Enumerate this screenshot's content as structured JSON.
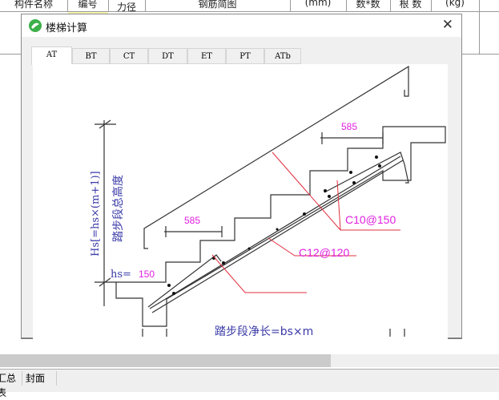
{
  "spreadsheet": {
    "headers": [
      "构件名称",
      "编号",
      "力径",
      "钢筋简图",
      "(mm)",
      "数*数",
      "根 数",
      "(kg)"
    ],
    "sheet_tabs": [
      "汇总表",
      "封面"
    ]
  },
  "dialog": {
    "title": "楼梯计算",
    "close_icon": "close-icon",
    "app_icon": "green-logo-icon",
    "tabs": [
      "AT",
      "BT",
      "CT",
      "DT",
      "ET",
      "PT",
      "ATb"
    ],
    "active_tab": "AT"
  },
  "drawing": {
    "dim_top": "585",
    "dim_left": "585",
    "hs_label": "hs=",
    "hs_value": "150",
    "total_height_formula": "Hs[=hs×(m+1)]",
    "total_height_label": "踏步段总高度",
    "rebar_1": "C10@150",
    "rebar_2": "C12@120",
    "length_label": "踏步段净长=bs×m",
    "colors": {
      "annotation": "#e020e0",
      "leader": "#e03040",
      "label": "#3a3aa8"
    }
  }
}
